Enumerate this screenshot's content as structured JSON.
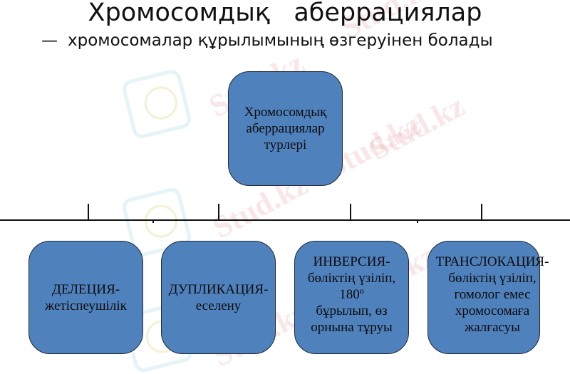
{
  "slide": {
    "title": "Хромосомдық   аберрациялар",
    "subtitle_dash": "—",
    "subtitle": "хромосомалар құрылымының өзгеруінен болады"
  },
  "diagram": {
    "root": {
      "label": "Хромосомдық\nаберрациялар\nтурлері"
    },
    "children": [
      {
        "label": "ДЕЛЕЦИЯ-\nжетіспеушілік"
      },
      {
        "label": "ДУПЛИКАЦИЯ-\nеселену"
      },
      {
        "label": "ИНВЕРСИЯ-\nбөліктің үзіліп,\n180º\nбұрылып, өз\nорнына тұруы"
      },
      {
        "label": "ТРАНСЛОКАЦИЯ-\nбөліктің үзіліп,\nгомолог емес\nхромосомаға\nжалғасуы"
      }
    ],
    "colors": {
      "box_fill": "#4f81bd",
      "box_border": "#1f2a36",
      "connector": "#111111"
    }
  },
  "watermarks": {
    "text": "Stud.kz",
    "text_alt": "Stud.kz - Stud.kz"
  }
}
